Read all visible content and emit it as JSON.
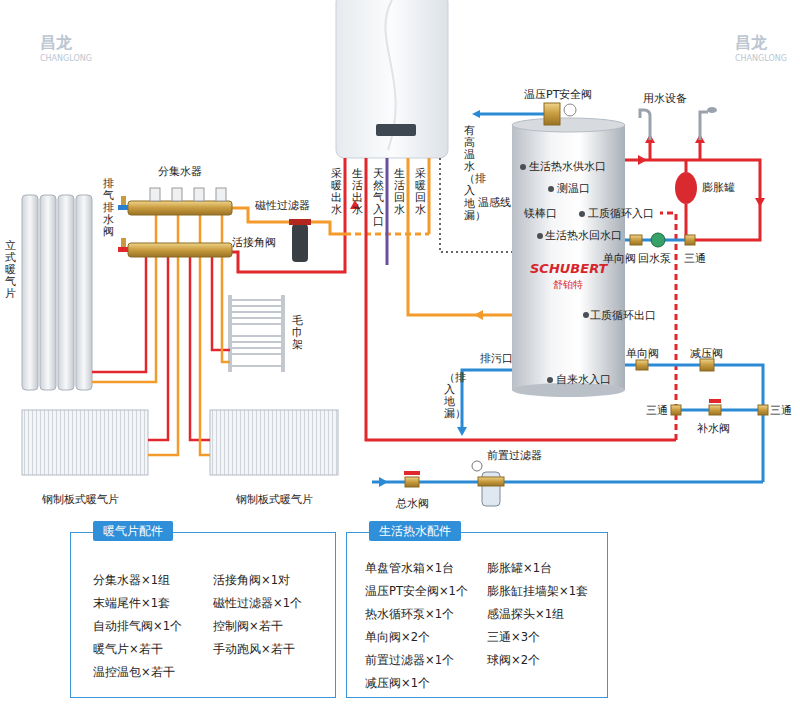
{
  "diagram": {
    "nodes": [
      {
        "text": [
          "暖气片配件",
          "分集水器×1组",
          "末端尾件×1套",
          "自动排气阀×1个",
          "暖气片×若干",
          "温控温包×若干",
          "活接角阀×1对",
          "磁性过滤器×1个",
          "控制阀×若干",
          "手动跑风×若干"
        ]
      },
      {
        "text": [
          "生活热水配件",
          "单盘管水箱×1台",
          "温压PT安全阀×1个",
          "热水循环泵×1个",
          "单向阀×2个",
          "前置过滤器×1个",
          "减压阀×1个",
          "膨胀罐×1台",
          "膨胀缸挂墙架×1套",
          "感温探头×1组",
          "三通×3个",
          "球阀×2个"
        ]
      }
    ],
    "labels": [
      "分集水器",
      "排气排水阀",
      "立式暖气片",
      "磁性过滤器",
      "活接角阀",
      "毛巾架",
      "钢制板式暖气片",
      "钢制板式暖气片",
      "采暖出水",
      "生活出水",
      "天然气入口",
      "生活回水",
      "采暖回水",
      "有高温水（排入地漏）",
      "温压PT安全阀",
      "用水设备",
      "生活热水供水口",
      "测温口",
      "温感线",
      "镁棒口",
      "工质循环入口",
      "膨胀罐",
      "生活热水回水口",
      "单向阀",
      "回水泵",
      "三通",
      "SCHUBERT",
      "舒铂特",
      "工质循环出口",
      "单向阀",
      "减压阀",
      "排污口",
      "自来水入口",
      "（排入地漏）",
      "三通",
      "补水阀",
      "三通",
      "前置过滤器",
      "总水阀",
      "昌龙",
      "CHANGLONG",
      "昌龙",
      "CHANGLONG"
    ]
  }
}
